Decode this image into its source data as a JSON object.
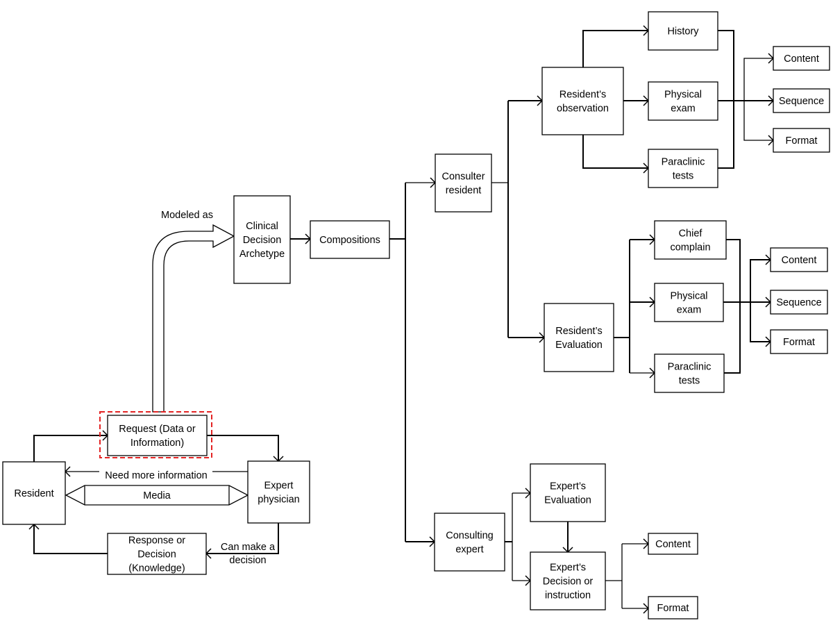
{
  "diagram": {
    "nodes": {
      "resident": [
        "Resident"
      ],
      "expert_physician": [
        "Expert",
        "physician"
      ],
      "request": [
        "Request (Data or",
        "Information)"
      ],
      "response": [
        "Response or",
        "Decision",
        "(Knowledge)"
      ],
      "clinical_archetype": [
        "Clinical",
        "Decision",
        "Archetype"
      ],
      "compositions": [
        "Compositions"
      ],
      "consulter_resident": [
        "Consulter",
        "resident"
      ],
      "consulting_expert": [
        "Consulting",
        "expert"
      ],
      "residents_observation": [
        "Resident’s",
        "observation"
      ],
      "history": [
        "History"
      ],
      "physical_exam_1": [
        "Physical",
        "exam"
      ],
      "paraclinic_tests_1": [
        "Paraclinic",
        "tests"
      ],
      "content_1": [
        "Content"
      ],
      "sequence_1": [
        "Sequence"
      ],
      "format_1": [
        "Format"
      ],
      "residents_evaluation": [
        "Resident’s",
        "Evaluation"
      ],
      "chief_complain": [
        "Chief",
        "complain"
      ],
      "physical_exam_2": [
        "Physical",
        "exam"
      ],
      "paraclinic_tests_2": [
        "Paraclinic",
        "tests"
      ],
      "content_2": [
        "Content"
      ],
      "sequence_2": [
        "Sequence"
      ],
      "format_2": [
        "Format"
      ],
      "experts_evaluation": [
        "Expert’s",
        "Evaluation"
      ],
      "experts_decision": [
        "Expert’s",
        "Decision or",
        "instruction"
      ],
      "content_3": [
        "Content"
      ],
      "format_3": [
        "Format"
      ]
    },
    "labels": {
      "modeled_as": "Modeled as",
      "need_more_information": "Need more information",
      "media": "Media",
      "can_make_a_decision": [
        "Can make a",
        "decision"
      ]
    },
    "highlight": {
      "node": "request",
      "color": "#e32222",
      "style": "dashed"
    }
  }
}
